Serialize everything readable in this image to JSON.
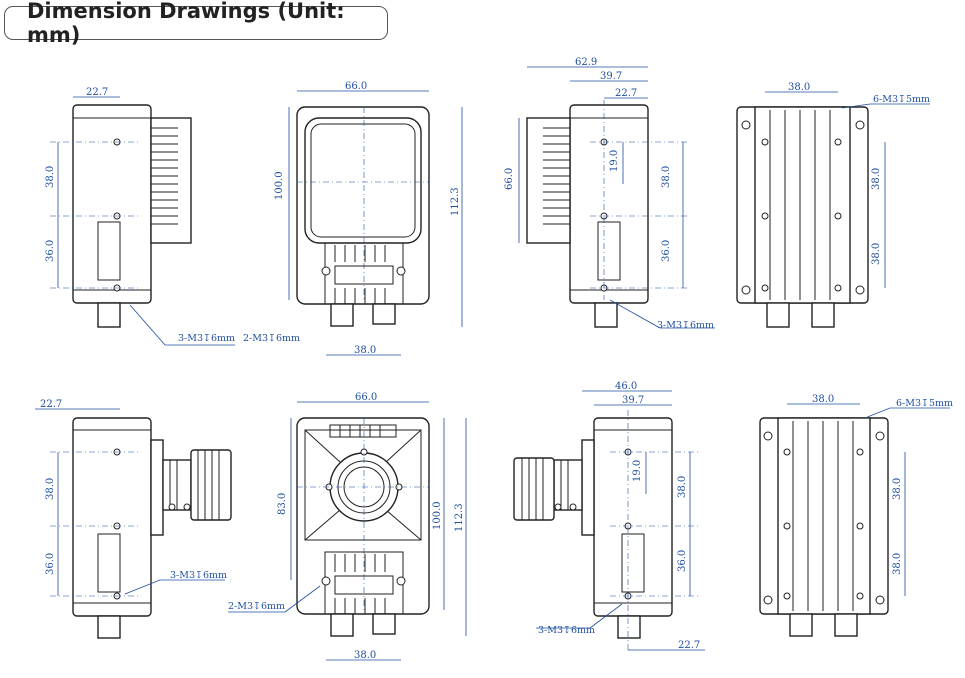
{
  "title": "Dimension Drawings (Unit: mm)",
  "views": {
    "top_left_side": {
      "dims": [
        "22.7",
        "38.0",
        "36.0"
      ],
      "notes": [
        "3-M3↧6mm",
        "2-M3↧6mm"
      ]
    },
    "top_front": {
      "dims": [
        "66.0",
        "100.0",
        "112.3",
        "38.0"
      ]
    },
    "top_right_side": {
      "dims": [
        "62.9",
        "39.7",
        "22.7",
        "66.0",
        "19.0",
        "38.0",
        "36.0"
      ],
      "notes": [
        "3-M3↧6mm"
      ]
    },
    "top_back": {
      "dims": [
        "38.0",
        "38.0",
        "38.0"
      ],
      "notes": [
        "6-M3↧5mm"
      ]
    },
    "bottom_left_side": {
      "dims": [
        "22.7",
        "38.0",
        "36.0"
      ],
      "notes": [
        "3-M3↧6mm"
      ]
    },
    "bottom_front": {
      "dims": [
        "66.0",
        "83.0",
        "100.0",
        "112.3",
        "38.0"
      ],
      "notes": [
        "2-M3↧6mm"
      ]
    },
    "bottom_right_side": {
      "dims": [
        "46.0",
        "39.7",
        "19.0",
        "38.0",
        "36.0",
        "22.7"
      ],
      "notes": [
        "3-M3↧6mm"
      ]
    },
    "bottom_back": {
      "dims": [
        "38.0",
        "38.0",
        "38.0"
      ],
      "notes": [
        "6-M3↧5mm"
      ]
    }
  },
  "colors": {
    "dimension": "#1f4fa0",
    "outline": "#222222"
  }
}
